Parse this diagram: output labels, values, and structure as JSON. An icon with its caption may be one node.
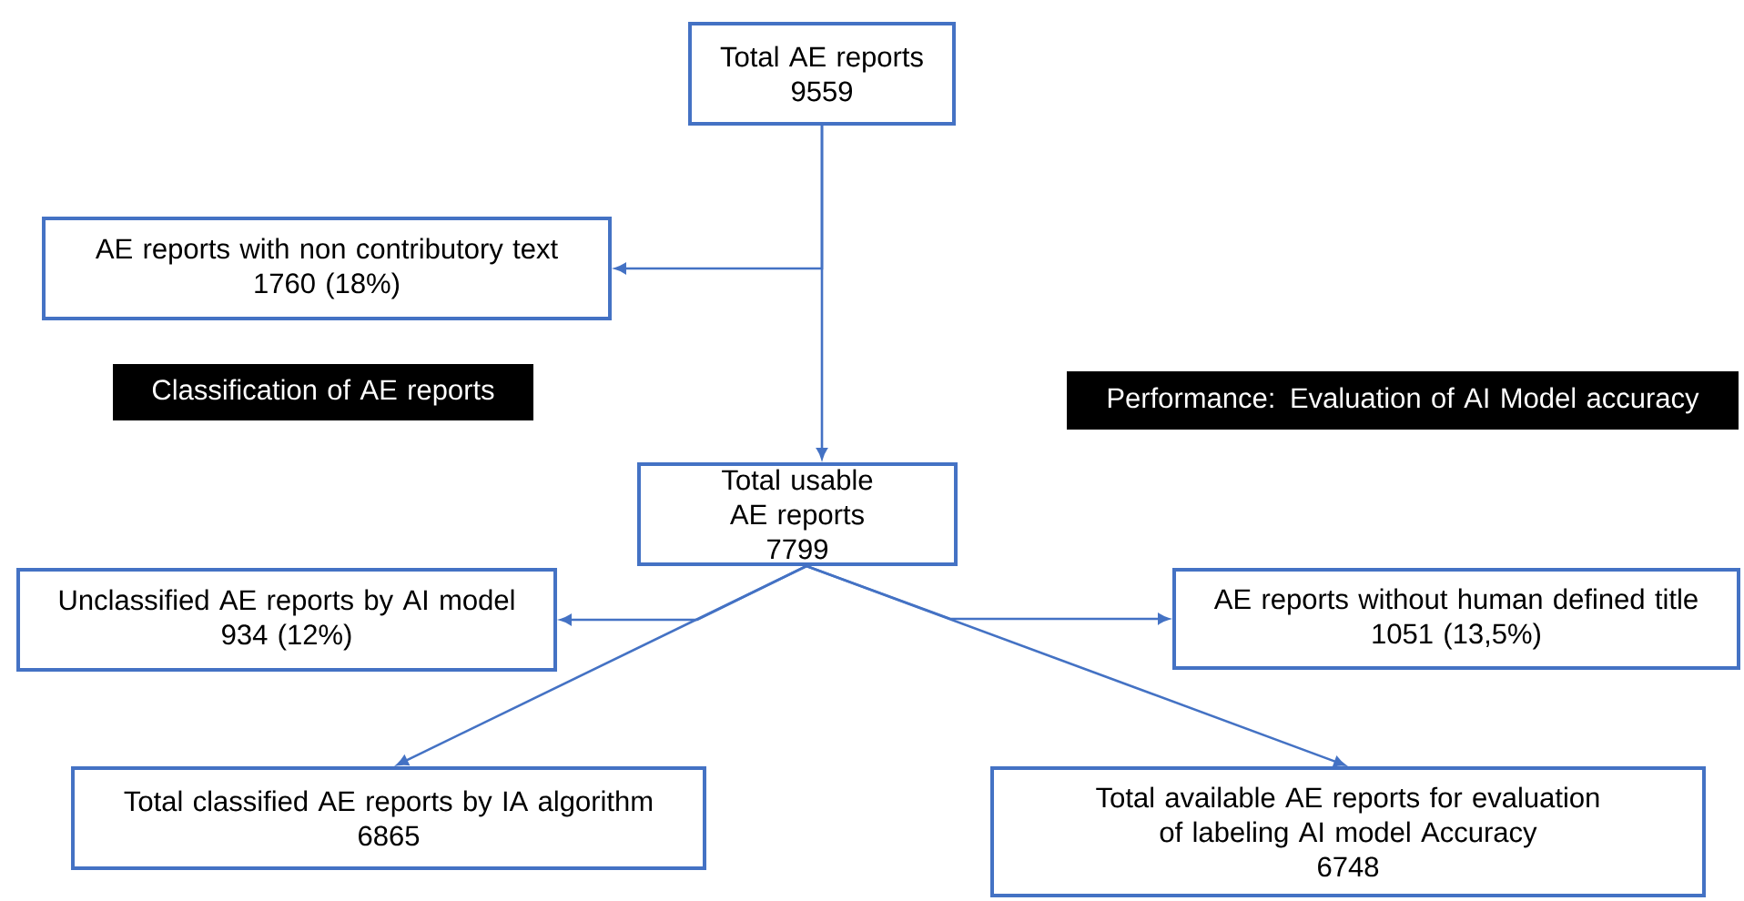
{
  "diagram": {
    "nodes": [
      {
        "text": [
          "Total AE reports",
          "9559"
        ]
      },
      {
        "text": [
          "AE reports with non contributory text",
          "1760 (18%)"
        ]
      },
      {
        "text": [
          "Classification of AE reports"
        ]
      },
      {
        "text": [
          "Performance: Evaluation of AI Model accuracy"
        ]
      },
      {
        "text": [
          "Total usable AE reports",
          "7799"
        ]
      },
      {
        "text": [
          "Unclassified AE reports by AI model",
          "934 (12%)"
        ]
      },
      {
        "text": [
          "AE reports without human defined title",
          "1051 (13,5%)"
        ]
      },
      {
        "text": [
          "Total classified AE reports by IA algorithm",
          "6865"
        ]
      },
      {
        "text": [
          "Total available AE reports for evaluation of labeling AI model Accuracy",
          "6748"
        ]
      }
    ],
    "edges": [
      {
        "from": 0,
        "to": 1,
        "arrow": "to"
      },
      {
        "from": 0,
        "to": 4,
        "arrow": "to"
      },
      {
        "from": 4,
        "to": 5,
        "arrow": "to"
      },
      {
        "from": 4,
        "to": 7,
        "arrow": "to"
      },
      {
        "from": 4,
        "to": 6,
        "arrow": "to"
      },
      {
        "from": 4,
        "to": 8,
        "arrow": "to"
      }
    ]
  }
}
